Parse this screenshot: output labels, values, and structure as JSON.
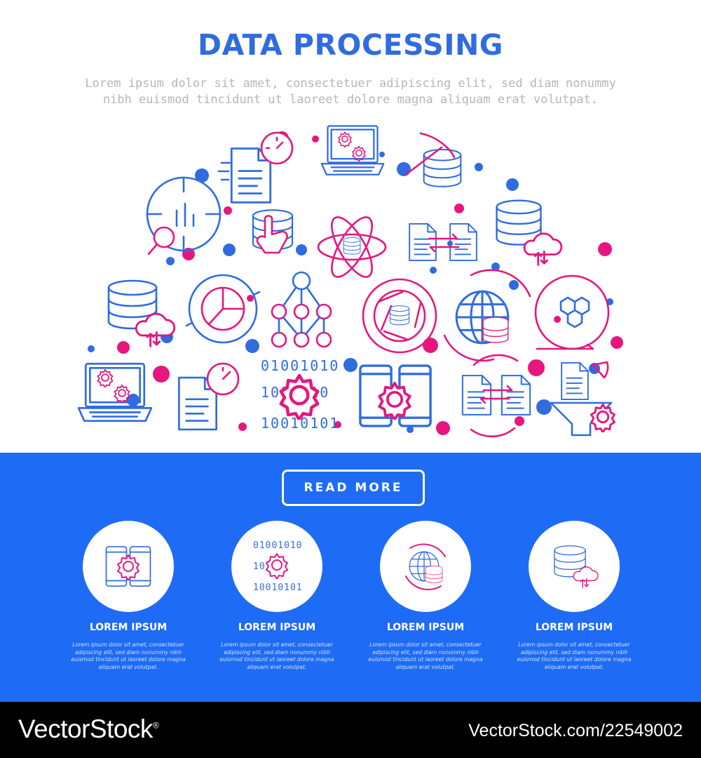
{
  "header": {
    "title": "DATA PROCESSING",
    "subtitle_line1": "Lorem ipsum dolor sit amet, consectetuer adipiscing elit, sed diam nonummy",
    "subtitle_line2": "nibh euismod tincidunt ut laoreet dolore magna aliquam erat volutpat."
  },
  "hero_icons": [
    "document-speed-icon",
    "laptop-gears-icon",
    "database-mining-icon",
    "chart-search-icon",
    "database-touch-icon",
    "atom-database-icon",
    "document-exchange-icon",
    "database-cloud-icon",
    "database-cloud-icon",
    "cycle-chart-icon",
    "neural-network-icon",
    "shutter-database-icon",
    "globe-database-icon",
    "hexagon-cycle-icon",
    "laptop-gears-icon",
    "document-speed-icon",
    "binary-gear-icon",
    "phone-gear-icon",
    "document-exchange-icon",
    "funnel-gear-icon"
  ],
  "cta": {
    "label": "READ MORE"
  },
  "features": [
    {
      "icon": "phone-gear-icon",
      "title": "LOREM IPSUM",
      "desc": [
        "Lorem ipsum dolor sit amet, consectetuer",
        "adipiscing elit, sed diam nonummy nibh",
        "euismod tincidunt ut laoreet dolore magna",
        "aliquam erat volutpat."
      ]
    },
    {
      "icon": "binary-gear-icon",
      "title": "LOREM IPSUM",
      "desc": [
        "Lorem ipsum dolor sit amet, consectetuer",
        "adipiscing elit, sed diam nonummy nibh",
        "euismod tincidunt ut laoreet dolore magna",
        "aliquam erat volutpat."
      ]
    },
    {
      "icon": "globe-database-icon",
      "title": "LOREM IPSUM",
      "desc": [
        "Lorem ipsum dolor sit amet, consectetuer",
        "adipiscing elit, sed diam nonummy nibh",
        "euismod tincidunt ut laoreet dolore magna",
        "aliquam erat volutpat."
      ]
    },
    {
      "icon": "database-cloud-icon",
      "title": "LOREM IPSUM",
      "desc": [
        "Lorem ipsum dolor sit amet, consectetuer",
        "adipiscing elit, sed diam nonummy nibh",
        "euismod tincidunt ut laoreet dolore magna",
        "aliquam erat volutpat."
      ]
    }
  ],
  "footer": {
    "brand": "VectorStock",
    "registered": "®",
    "image_id": "VectorStock.com/22549002"
  },
  "colors": {
    "blue": "#2f6ce0",
    "band": "#1e6bf6",
    "magenta": "#e5177e",
    "subtitle_gray": "#b6b6b6"
  }
}
